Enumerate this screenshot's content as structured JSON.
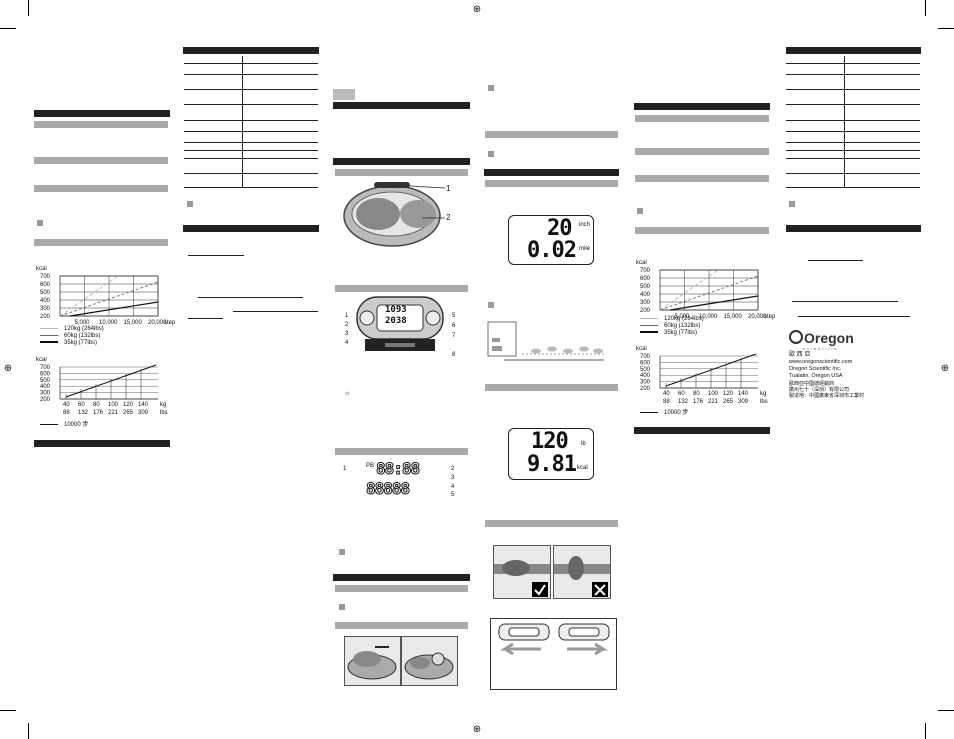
{
  "col1": {
    "chart_steps": {
      "ylabel": "kcal",
      "yticks": [
        "700",
        "600",
        "500",
        "400",
        "300",
        "200"
      ],
      "xticks": [
        "5,000",
        "10,000",
        "15,000",
        "20,000"
      ],
      "xunit": "step",
      "legend": [
        "120kg (264lbs)",
        "60kg (132lbs)",
        "35kg (77lbs)"
      ]
    },
    "chart_weight": {
      "ylabel": "kcal",
      "yticks": [
        "700",
        "600",
        "500",
        "400",
        "300",
        "200"
      ],
      "kg": [
        "40",
        "60",
        "80",
        "100",
        "120",
        "140"
      ],
      "lbs": [
        "88",
        "132",
        "176",
        "221",
        "265",
        "309"
      ],
      "kg_unit": "kg",
      "lbs_unit": "lbs",
      "legend": "10000 步"
    }
  },
  "col3": {
    "callout1": "1",
    "callout2": "2",
    "side_labels_left": [
      "1",
      "2",
      "3",
      "4"
    ],
    "side_labels_right": [
      "5",
      "6",
      "7",
      "8"
    ],
    "mini_display_top": "1093",
    "mini_display_bottom": "2038",
    "lcd_diagram": {
      "label_left": "1",
      "top_digits": "88:88",
      "bottom_digits": "88888",
      "labels_right": [
        "2",
        "3",
        "4",
        "5"
      ]
    }
  },
  "col4": {
    "distance_display": {
      "top": "20",
      "top_unit": "inch",
      "bottom": "0.02",
      "bottom_unit": "mile"
    },
    "calorie_display": {
      "top": "120",
      "top_unit": "lb",
      "bottom": "9.81",
      "bottom_unit": "kcal"
    }
  },
  "col5": {
    "chart_steps": {
      "ylabel": "kcal",
      "yticks": [
        "700",
        "600",
        "500",
        "400",
        "300",
        "200"
      ],
      "xticks": [
        "5,000",
        "10,000",
        "15,000",
        "20,000"
      ],
      "xunit": "step",
      "legend": [
        "120kg (264lbs)",
        "60kg (132lbs)",
        "35kg (77lbs)"
      ]
    },
    "chart_weight": {
      "ylabel": "kcal",
      "yticks": [
        "700",
        "600",
        "500",
        "400",
        "300",
        "200"
      ],
      "kg": [
        "40",
        "60",
        "80",
        "100",
        "120",
        "140"
      ],
      "lbs": [
        "88",
        "132",
        "176",
        "221",
        "265",
        "309"
      ],
      "kg_unit": "kg",
      "lbs_unit": "lbs",
      "legend": "10000 步"
    }
  },
  "col6": {
    "brand": "Oregon",
    "brand_sub": "scientific",
    "cn_name": "歐 西 亞",
    "website": "www.oregonscientific.com",
    "company": "Oregon Scientific Inc.",
    "address": "Tualatin, Oregon USA",
    "cn_line1": "歐西亞中國總經銷商",
    "cn_line2": "廣州七十（深圳）有限公司",
    "cn_line3": "製造地：中國廣東省深圳市工業村"
  }
}
